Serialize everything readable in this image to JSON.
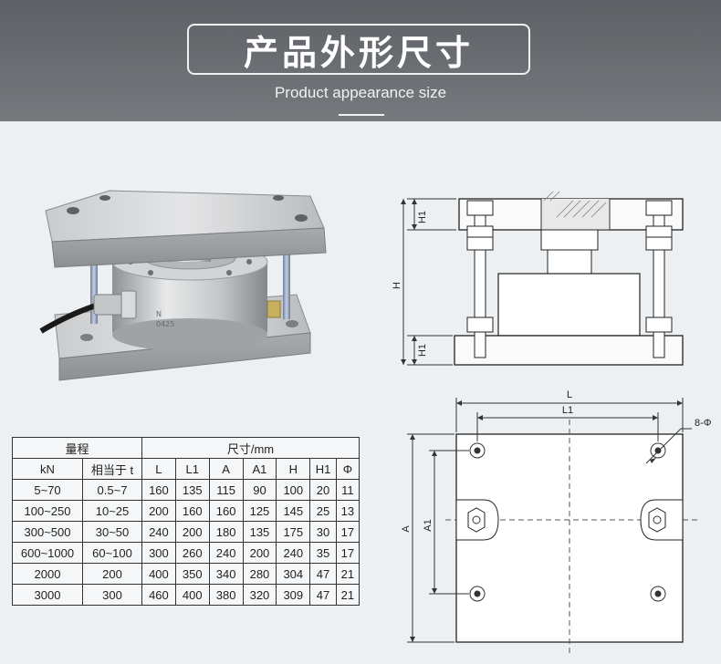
{
  "header": {
    "title_cn": "产品外形尺寸",
    "title_en": "Product appearance size"
  },
  "photo": {
    "label_lines": [
      "N",
      "0425"
    ]
  },
  "drawing": {
    "side_labels": {
      "h1_top": "H1",
      "h": "H",
      "h1_bottom": "H1"
    },
    "top_labels": {
      "l": "L",
      "l1": "L1",
      "holes": "8-Φ",
      "a": "A",
      "a1": "A1"
    }
  },
  "spec_table": {
    "group_range": "量程",
    "group_dims": "尺寸/mm",
    "headers": [
      "kN",
      "相当于 t",
      "L",
      "L1",
      "A",
      "A1",
      "H",
      "H1",
      "Φ"
    ],
    "rows": [
      [
        "5~70",
        "0.5~7",
        "160",
        "135",
        "115",
        "90",
        "100",
        "20",
        "11"
      ],
      [
        "100~250",
        "10~25",
        "200",
        "160",
        "160",
        "125",
        "145",
        "25",
        "13"
      ],
      [
        "300~500",
        "30~50",
        "240",
        "200",
        "180",
        "135",
        "175",
        "30",
        "17"
      ],
      [
        "600~1000",
        "60~100",
        "300",
        "260",
        "240",
        "200",
        "240",
        "35",
        "17"
      ],
      [
        "2000",
        "200",
        "400",
        "350",
        "340",
        "280",
        "304",
        "47",
        "21"
      ],
      [
        "3000",
        "300",
        "460",
        "400",
        "380",
        "320",
        "309",
        "47",
        "21"
      ]
    ]
  }
}
